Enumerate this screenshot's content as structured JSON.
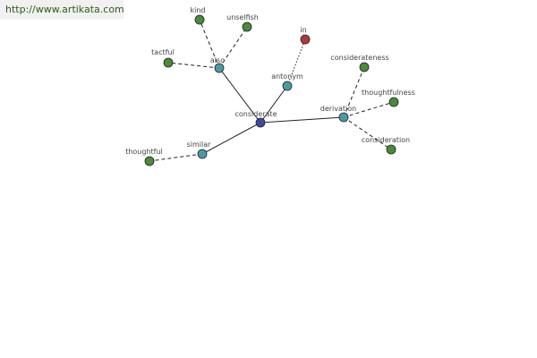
{
  "site": {
    "url": "http://www.artikata.com"
  },
  "colors": {
    "center": "#3c4a9a",
    "relation": "#4a9aa6",
    "word": "#4a8a3a",
    "antonym_word": "#b03a3a"
  },
  "graph": {
    "center": "considerate",
    "relations": [
      "also",
      "antonym",
      "derivation",
      "similar"
    ],
    "words": [
      "kind",
      "unselfish",
      "tactful",
      "in",
      "considerateness",
      "thoughtfulness",
      "consideration",
      "thoughtful"
    ]
  }
}
